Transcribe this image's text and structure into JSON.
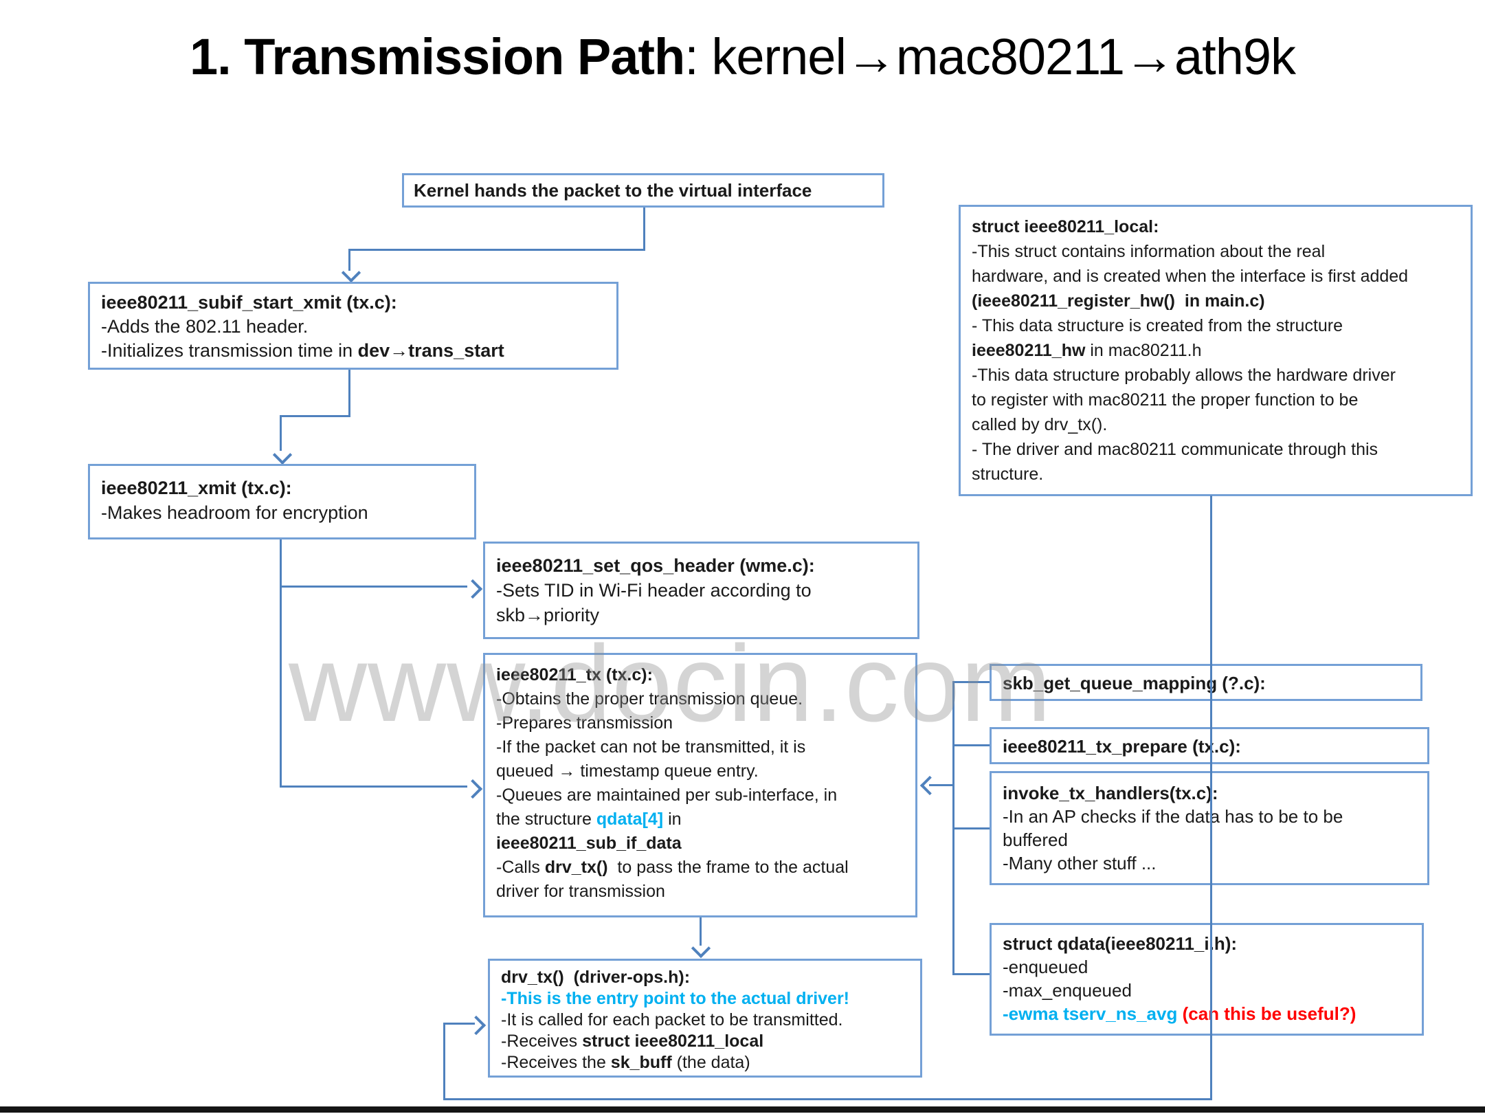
{
  "title": {
    "lead": "1. Transmission Path",
    "rest": ": kernel→mac80211→ath9k"
  },
  "watermark": "www.docin.com",
  "colors": {
    "border": "#74a0d6",
    "line": "#4f81bd",
    "cyan": "#00b0f0",
    "red": "#ff0000",
    "text": "#1a1a1a"
  },
  "boxes": {
    "kernel": {
      "lines": [
        [
          {
            "t": "Kernel hands the packet to the virtual interface",
            "b": 1
          }
        ]
      ]
    },
    "subif": {
      "lines": [
        [
          {
            "t": "ieee80211_subif_start_xmit (tx.c):",
            "b": 1
          }
        ],
        [
          {
            "t": "-Adds the 802.11 header."
          }
        ],
        [
          {
            "t": "-Initializes transmission time in "
          },
          {
            "t": "dev→trans_start",
            "b": 1
          }
        ]
      ]
    },
    "xmit": {
      "lines": [
        [
          {
            "t": "ieee80211_xmit (tx.c):",
            "b": 1
          }
        ],
        [
          {
            "t": "-Makes headroom for encryption"
          }
        ]
      ]
    },
    "qos": {
      "lines": [
        [
          {
            "t": "ieee80211_set_qos_header (wme.c):",
            "b": 1
          }
        ],
        [
          {
            "t": "-Sets TID in Wi-Fi header according to"
          }
        ],
        [
          {
            "t": "skb→priority"
          }
        ]
      ]
    },
    "tx": {
      "lines": [
        [
          {
            "t": "ieee80211_tx (tx.c):",
            "b": 1
          }
        ],
        [
          {
            "t": "-Obtains the proper transmission queue."
          }
        ],
        [
          {
            "t": "-Prepares transmission"
          }
        ],
        [
          {
            "t": "-If the packet can not be transmitted, it is"
          }
        ],
        [
          {
            "t": "queued → timestamp queue entry."
          }
        ],
        [
          {
            "t": "-Queues are maintained per sub-interface, in"
          }
        ],
        [
          {
            "t": "the structure "
          },
          {
            "t": "qdata[4]",
            "b": 1,
            "c": "cyan"
          },
          {
            "t": " in"
          }
        ],
        [
          {
            "t": "ieee80211_sub_if_data",
            "b": 1
          }
        ],
        [
          {
            "t": "-Calls "
          },
          {
            "t": "drv_tx()",
            "b": 1
          },
          {
            "t": "  to pass the frame to the actual"
          }
        ],
        [
          {
            "t": "driver for transmission"
          }
        ]
      ]
    },
    "drvtx": {
      "lines": [
        [
          {
            "t": "drv_tx()  (driver-ops.h):",
            "b": 1
          }
        ],
        [
          {
            "t": "-This is the entry point to the actual driver!",
            "b": 1,
            "c": "cyan"
          }
        ],
        [
          {
            "t": "-It is called for each packet to be transmitted."
          }
        ],
        [
          {
            "t": "-Receives "
          },
          {
            "t": "struct ieee80211_local",
            "b": 1
          }
        ],
        [
          {
            "t": "-Receives the "
          },
          {
            "t": "sk_buff",
            "b": 1
          },
          {
            "t": " (the data)"
          }
        ]
      ]
    },
    "local": {
      "lines": [
        [
          {
            "t": "struct ieee80211_local:",
            "b": 1
          }
        ],
        [
          {
            "t": "-This struct contains information about the real"
          }
        ],
        [
          {
            "t": "hardware, and is created when the interface is first added"
          }
        ],
        [
          {
            "t": "(ieee80211_register_hw()  in main.c)",
            "b": 1
          }
        ],
        [
          {
            "t": "- This data structure is created from the structure"
          }
        ],
        [
          {
            "t": "ieee80211_hw",
            "b": 1
          },
          {
            "t": " in mac80211.h"
          }
        ],
        [
          {
            "t": "-This data structure probably allows the hardware driver"
          }
        ],
        [
          {
            "t": "to register with mac80211 the proper function to be"
          }
        ],
        [
          {
            "t": "called by drv_tx()."
          }
        ],
        [
          {
            "t": "- The driver and mac80211 communicate through this"
          }
        ],
        [
          {
            "t": "structure."
          }
        ]
      ]
    },
    "skb": {
      "lines": [
        [
          {
            "t": "skb_get_queue_mapping (?.c):",
            "b": 1
          }
        ]
      ]
    },
    "prepare": {
      "lines": [
        [
          {
            "t": "ieee80211_tx_prepare (tx.c):",
            "b": 1
          }
        ]
      ]
    },
    "invoke": {
      "lines": [
        [
          {
            "t": "invoke_tx_handlers(tx.c):",
            "b": 1
          }
        ],
        [
          {
            "t": "-In an AP checks if the data has to be to be"
          }
        ],
        [
          {
            "t": "buffered"
          }
        ],
        [
          {
            "t": "-Many other stuff ..."
          }
        ]
      ]
    },
    "qdata": {
      "lines": [
        [
          {
            "t": "struct qdata(ieee80211_i.h):",
            "b": 1
          }
        ],
        [
          {
            "t": "-enqueued"
          }
        ],
        [
          {
            "t": "-max_enqueued"
          }
        ],
        [
          {
            "t": "-ewma tserv_ns_avg",
            "b": 1,
            "c": "cyan"
          },
          {
            "t": " (can this be useful?)",
            "b": 1,
            "c": "red"
          }
        ]
      ]
    }
  }
}
